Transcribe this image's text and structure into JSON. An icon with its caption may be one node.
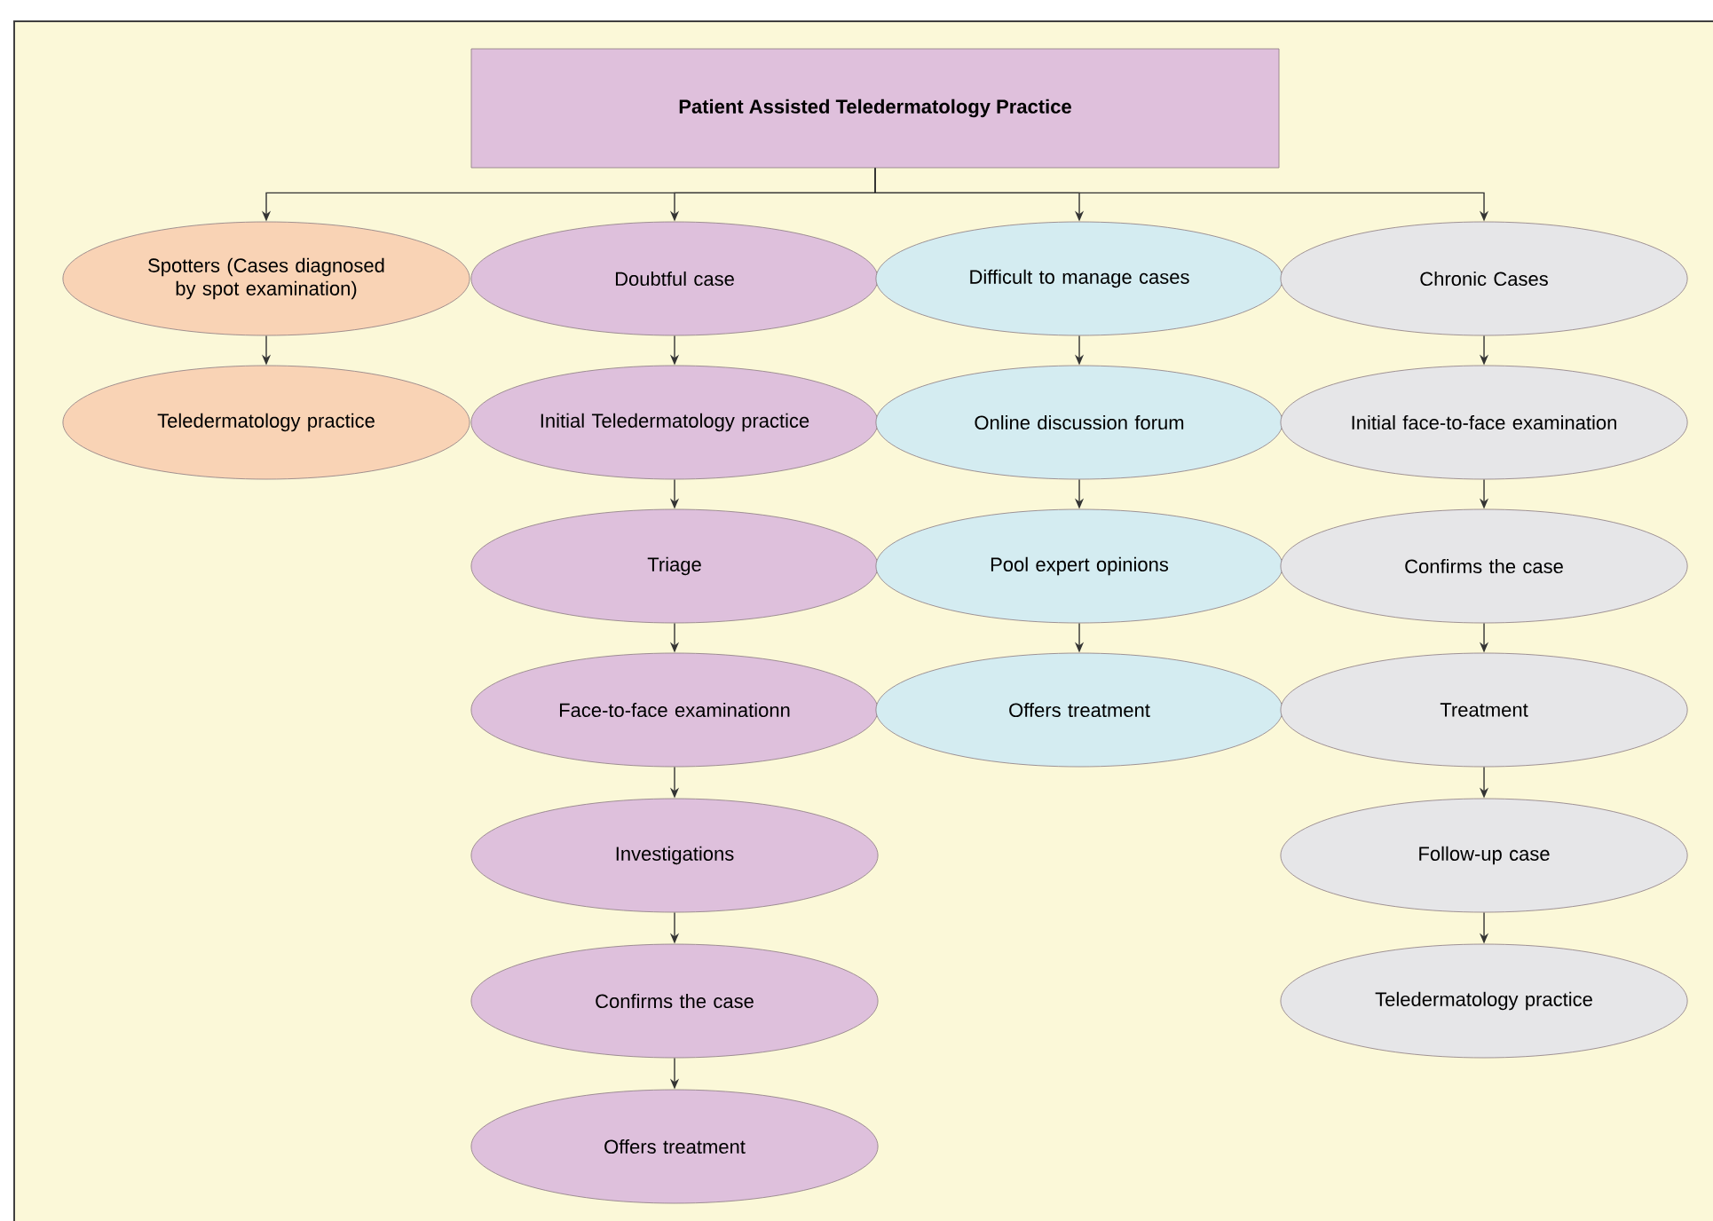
{
  "diagram": {
    "title": "Patient Assisted Teledermatology Practice",
    "nodes": [
      {
        "text": [
          "Spotters (Cases diagnosed by spot examination)"
        ]
      },
      {
        "text": [
          "Teledermatology practice"
        ]
      },
      {
        "text": [
          "Doubtful case"
        ]
      },
      {
        "text": [
          "Initial Teledermatology practice"
        ]
      },
      {
        "text": [
          "Triage"
        ]
      },
      {
        "text": [
          "Face-to-face examinationn"
        ]
      },
      {
        "text": [
          "Investigations"
        ]
      },
      {
        "text": [
          "Confirms the case"
        ]
      },
      {
        "text": [
          "Offers treatment"
        ]
      },
      {
        "text": [
          "Difficult to manage cases"
        ]
      },
      {
        "text": [
          "Online discussion forum"
        ]
      },
      {
        "text": [
          "Pool expert opinions"
        ]
      },
      {
        "text": [
          "Offers treatment"
        ]
      },
      {
        "text": [
          "Chronic Cases"
        ]
      },
      {
        "text": [
          "Initial face-to-face examination"
        ]
      },
      {
        "text": [
          "Confirms the case"
        ]
      },
      {
        "text": [
          "Treatment"
        ]
      },
      {
        "text": [
          "Follow-up case"
        ]
      },
      {
        "text": [
          "Teledermatology practice"
        ]
      }
    ],
    "edges": [
      {
        "from": null,
        "to": 0,
        "arrow": "to"
      },
      {
        "from": null,
        "to": 2,
        "arrow": "to"
      },
      {
        "from": null,
        "to": 9,
        "arrow": "to"
      },
      {
        "from": null,
        "to": 13,
        "arrow": "to"
      },
      {
        "from": 0,
        "to": 1,
        "arrow": "to"
      },
      {
        "from": 2,
        "to": 3,
        "arrow": "to"
      },
      {
        "from": 3,
        "to": 4,
        "arrow": "to"
      },
      {
        "from": 4,
        "to": 5,
        "arrow": "to"
      },
      {
        "from": 5,
        "to": 6,
        "arrow": "to"
      },
      {
        "from": 6,
        "to": 7,
        "arrow": "to"
      },
      {
        "from": 7,
        "to": 8,
        "arrow": "to"
      },
      {
        "from": 9,
        "to": 10,
        "arrow": "to"
      },
      {
        "from": 10,
        "to": 11,
        "arrow": "to"
      },
      {
        "from": 11,
        "to": 12,
        "arrow": "to"
      },
      {
        "from": 13,
        "to": 14,
        "arrow": "to"
      },
      {
        "from": 14,
        "to": 15,
        "arrow": "to"
      },
      {
        "from": 15,
        "to": 16,
        "arrow": "to"
      },
      {
        "from": 16,
        "to": 17,
        "arrow": "to"
      },
      {
        "from": 17,
        "to": 18,
        "arrow": "to"
      }
    ]
  }
}
